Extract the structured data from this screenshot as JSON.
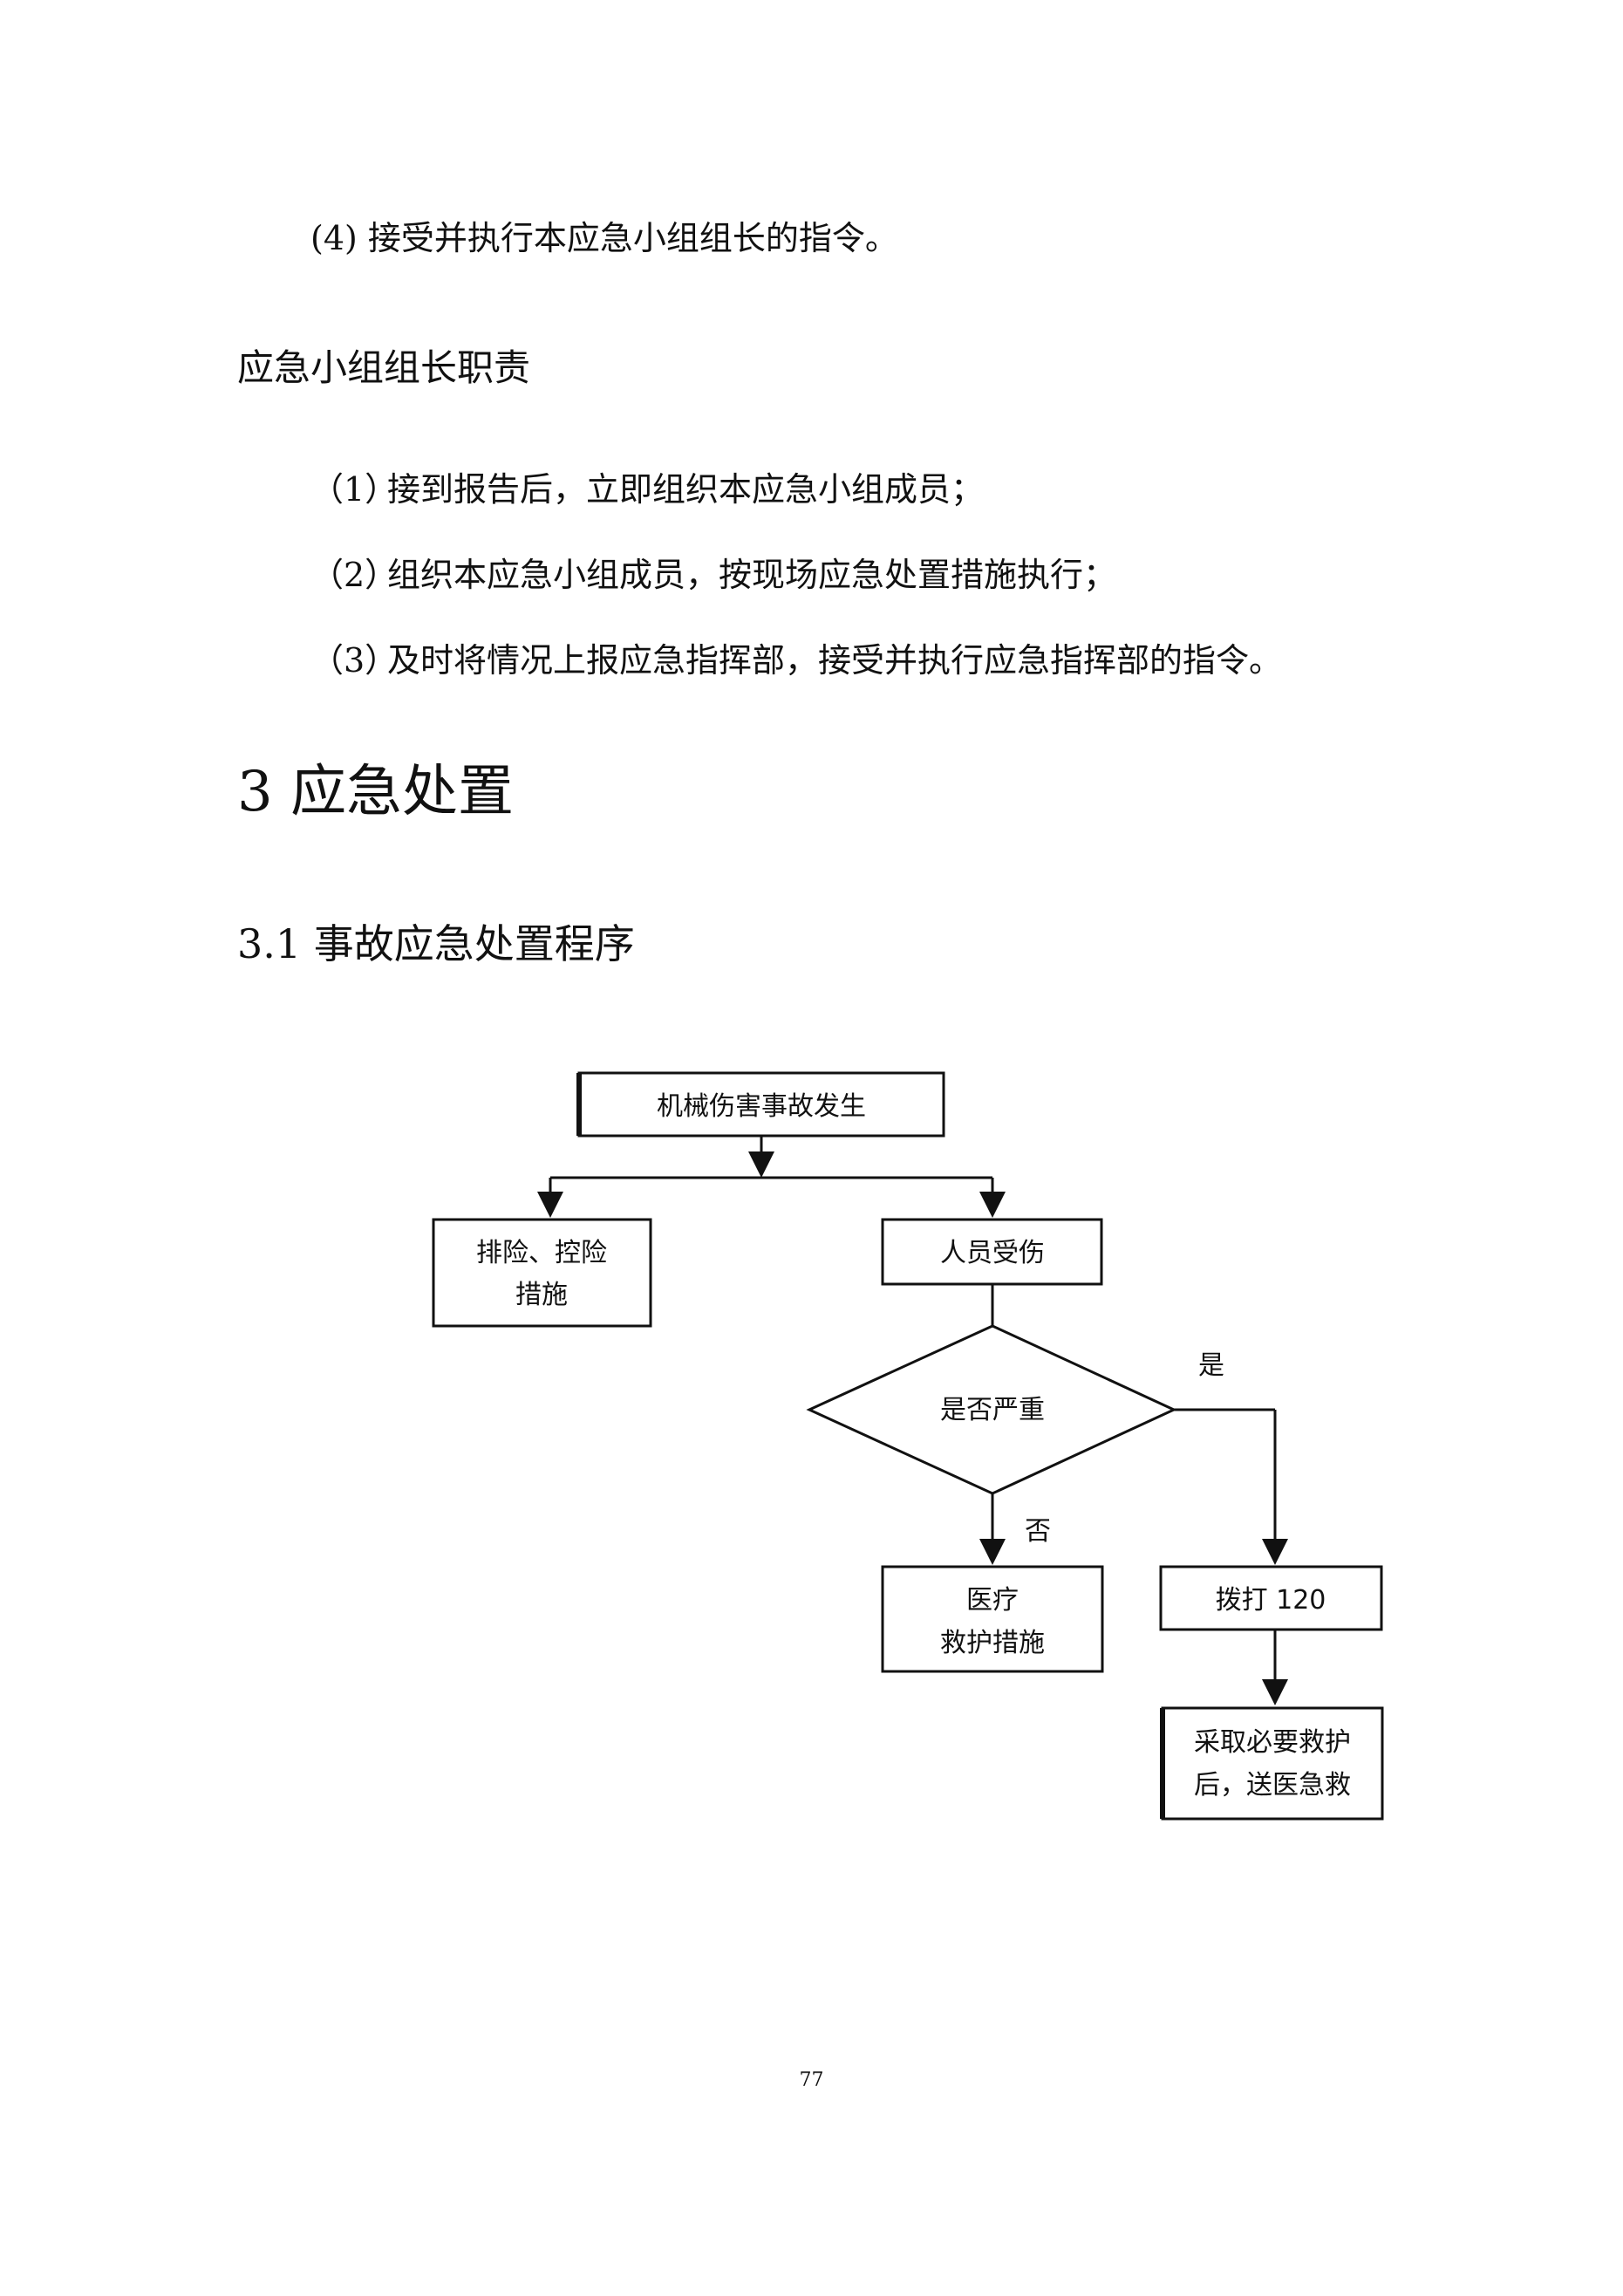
{
  "doc": {
    "item4": "(4) 接受并执行本应急小组组长的指令。",
    "duty_heading": "应急小组组长职责",
    "duties": [
      {
        "num": "（1）",
        "text": "接到报告后，立即组织本应急小组成员；"
      },
      {
        "num": "（2）",
        "text": "组织本应急小组成员，按现场应急处置措施执行；"
      },
      {
        "num": "（3）",
        "text": "及时将情况上报应急指挥部，接受并执行应急指挥部的指令。"
      }
    ],
    "section_heading": "3 应急处置",
    "subsection_heading": "3.1 事故应急处置程序",
    "page_number": "77"
  },
  "flowchart": {
    "start": "机械伤害事故发生",
    "left_box": [
      "排险、控险",
      "措施"
    ],
    "injury": "人员受伤",
    "decision": "是否严重",
    "yes_label": "是",
    "no_label": "否",
    "medical": [
      "医疗",
      "救护措施"
    ],
    "call": "拨打 120",
    "final": [
      "采取必要救护",
      "后，送医急救"
    ]
  }
}
